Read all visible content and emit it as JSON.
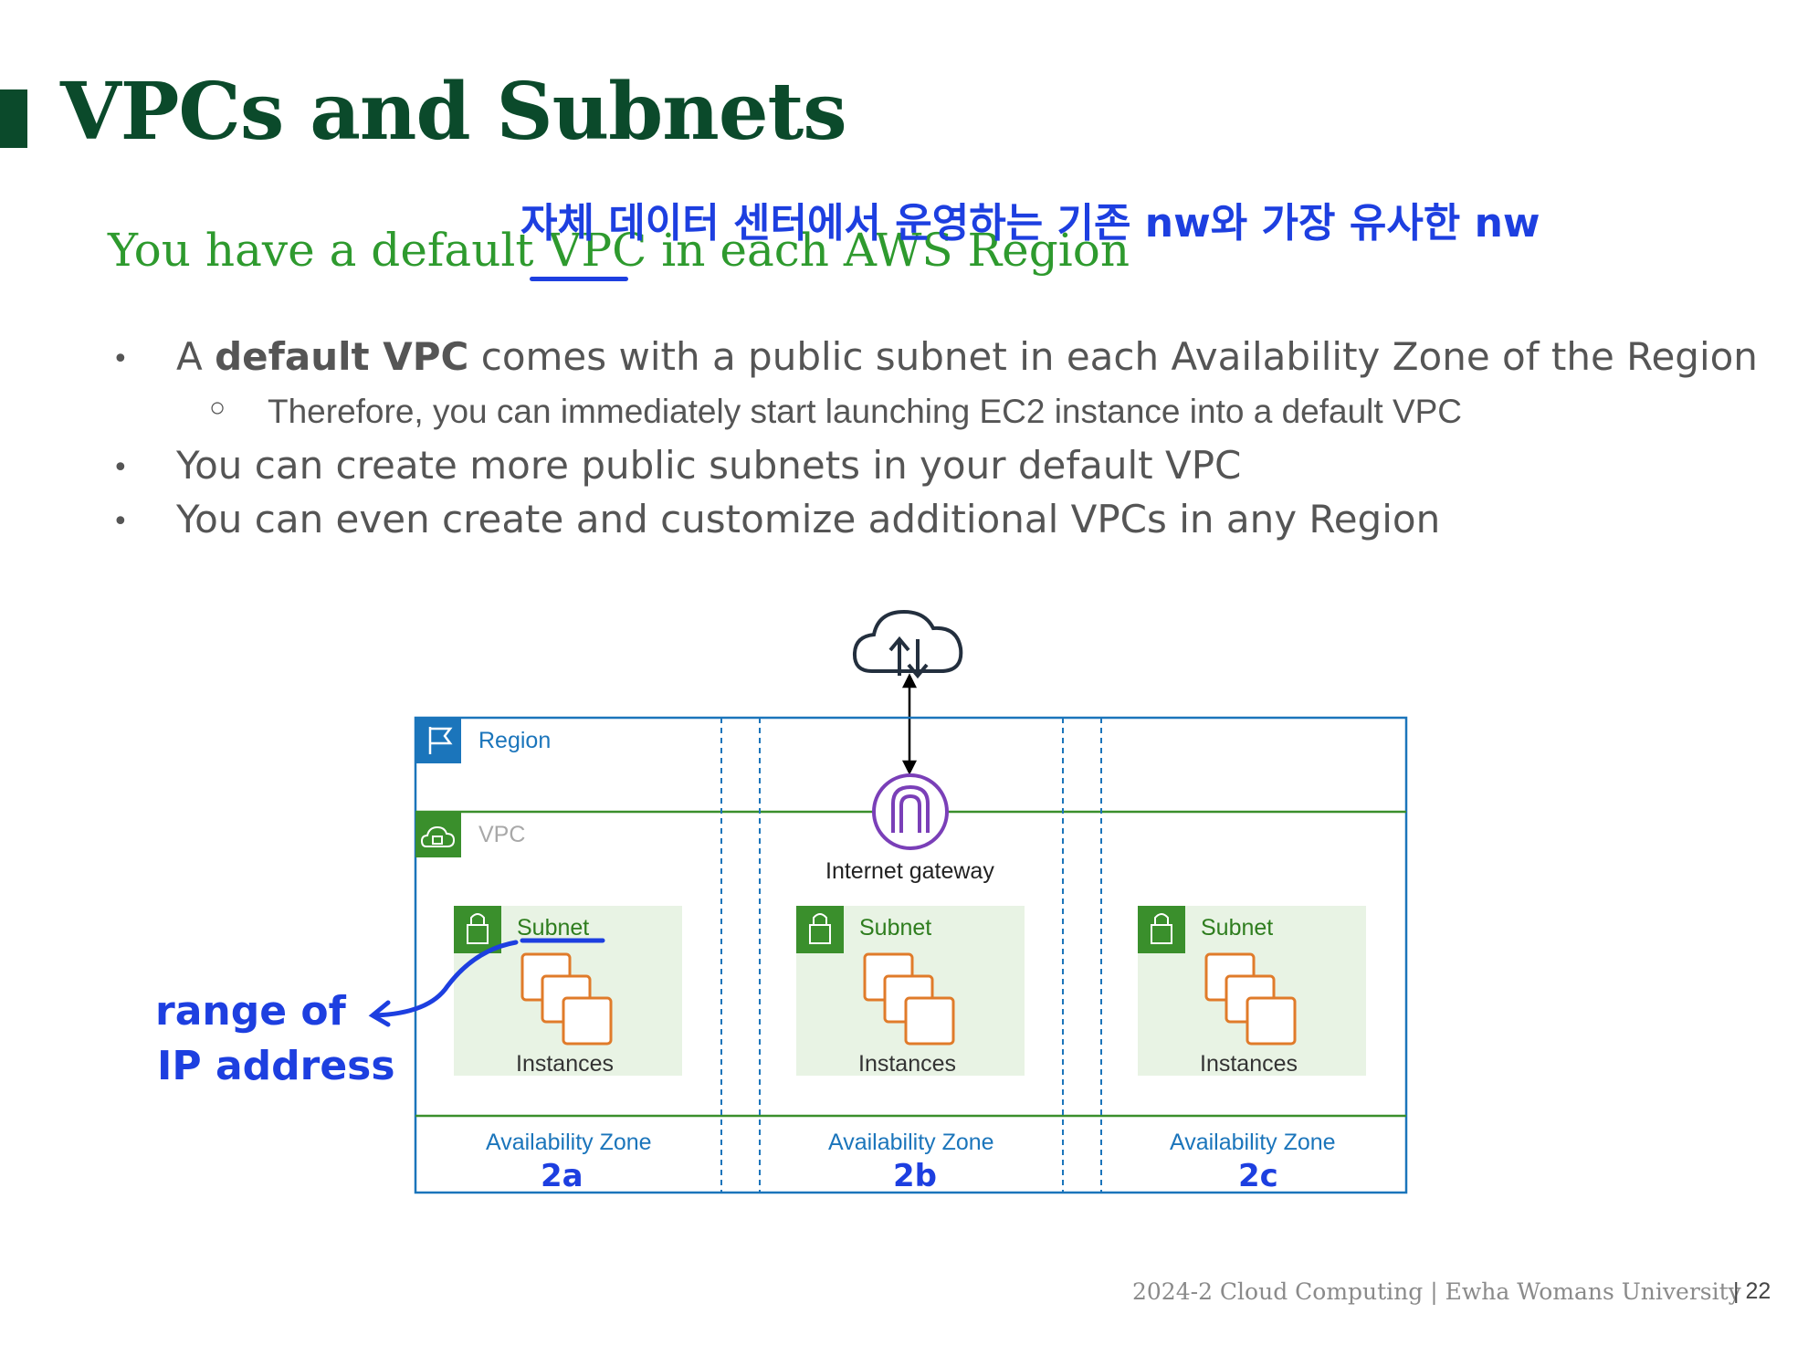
{
  "title": "VPCs and Subnets",
  "subtitle": "You have a default VPC in each AWS Region",
  "handwriting_top": "자체 데이터 센터에서  운영하는 기존 nw와 가장 유사한 nw",
  "bullets": [
    {
      "bullet": "•",
      "prefix": "A ",
      "bold": "default VPC",
      "rest": " comes with a public subnet in each Availability Zone of the Region"
    },
    {
      "bullet": "○",
      "text": "Therefore, you can immediately start launching EC2 instance into a default VPC"
    },
    {
      "bullet": "•",
      "text": "You can create more public subnets in your default VPC"
    },
    {
      "bullet": "•",
      "text": "You can even create and customize additional VPCs in any Region"
    }
  ],
  "diagram": {
    "region_label": "Region",
    "vpc_label": "VPC",
    "gateway_label": "Internet gateway",
    "zones": [
      {
        "subnet": "Subnet",
        "instances": "Instances",
        "az": "Availability Zone",
        "hw_az": "2a"
      },
      {
        "subnet": "Subnet",
        "instances": "Instances",
        "az": "Availability Zone",
        "hw_az": "2b"
      },
      {
        "subnet": "Subnet",
        "instances": "Instances",
        "az": "Availability Zone",
        "hw_az": "2c"
      }
    ],
    "hw_note": [
      "range of",
      "IP address"
    ]
  },
  "footer": "2024-2 Cloud Computing  |  Ewha Womans University",
  "page_number": "| 22",
  "colors": {
    "title": "#0b4a2b",
    "subtitle": "#2e9a2e",
    "handwriting": "#1d3fe0",
    "region": "#1b75bb",
    "vpc": "#3a8f2c",
    "instances": "#e07b2a",
    "gateway": "#7a3fb8"
  }
}
